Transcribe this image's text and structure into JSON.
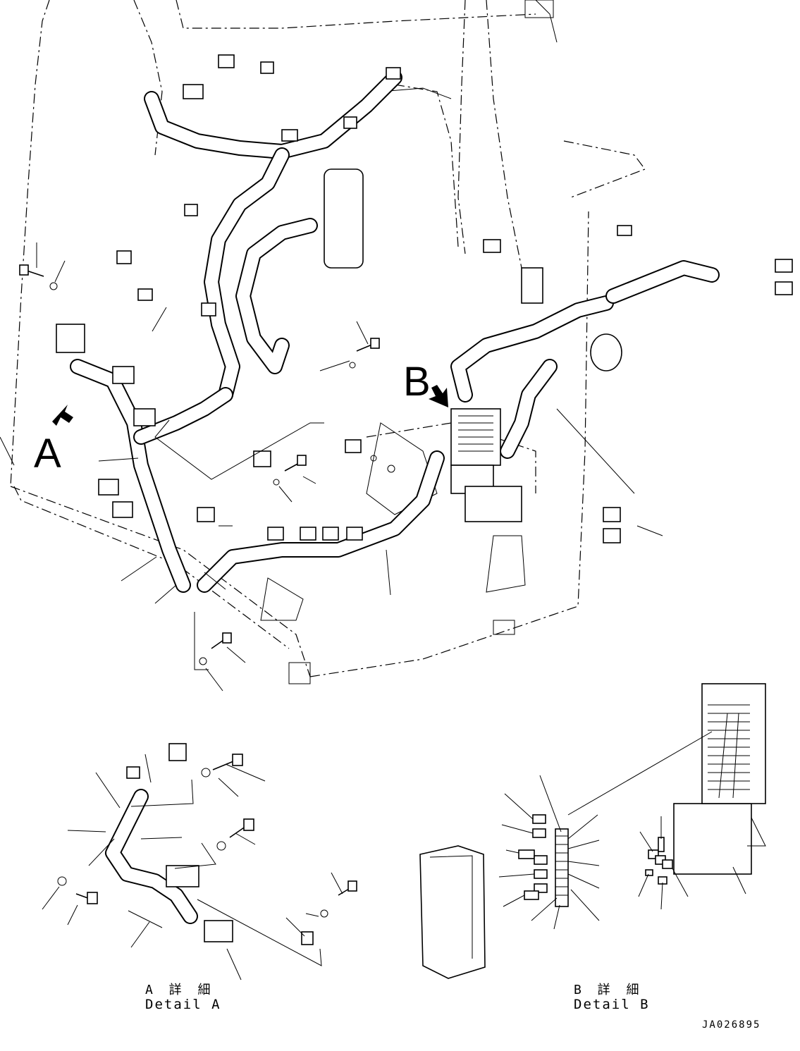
{
  "labels": {
    "view_a": "A",
    "view_b": "B",
    "detail_a_jp": "A 詳 細",
    "detail_a_en": "Detail A",
    "detail_b_jp": "B 詳 細",
    "detail_b_en": "Detail B",
    "drawing_code": "JA026895"
  },
  "icons": {
    "view_a_arrow": "arrow-icon",
    "view_b_arrow": "arrow-icon"
  },
  "colors": {
    "line": "#000000",
    "background": "#ffffff"
  }
}
